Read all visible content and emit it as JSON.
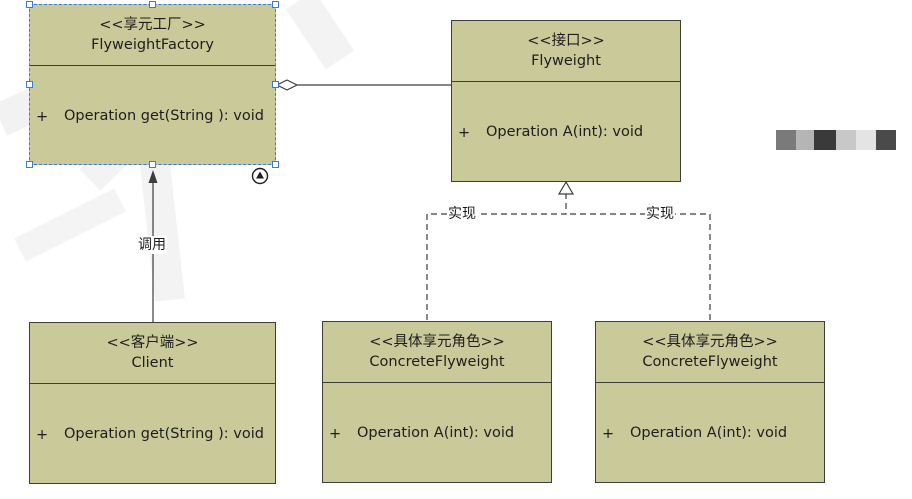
{
  "classes": {
    "factory": {
      "stereotype": "<<享元工厂>>",
      "name": "FlyweightFactory",
      "method_visibility": "+",
      "method": "Operation get(String ): void"
    },
    "flyweight": {
      "stereotype": "<<接口>>",
      "name": "Flyweight",
      "method_visibility": "+",
      "method": "Operation A(int): void"
    },
    "client": {
      "stereotype": "<<客户端>>",
      "name": "Client",
      "method_visibility": "+",
      "method": "Operation get(String ): void"
    },
    "concrete1": {
      "stereotype": "<<具体享元角色>>",
      "name": "ConcreteFlyweight",
      "method_visibility": "+",
      "method": "Operation A(int): void"
    },
    "concrete2": {
      "stereotype": "<<具体享元角色>>",
      "name": "ConcreteFlyweight",
      "method_visibility": "+",
      "method": "Operation A(int): void"
    }
  },
  "relations": {
    "use_label": "调用",
    "realize_label_left": "实现",
    "realize_label_right": "实现"
  },
  "colors": {
    "class_fill": "#c9c99a",
    "selection": "#3b7bd6"
  }
}
